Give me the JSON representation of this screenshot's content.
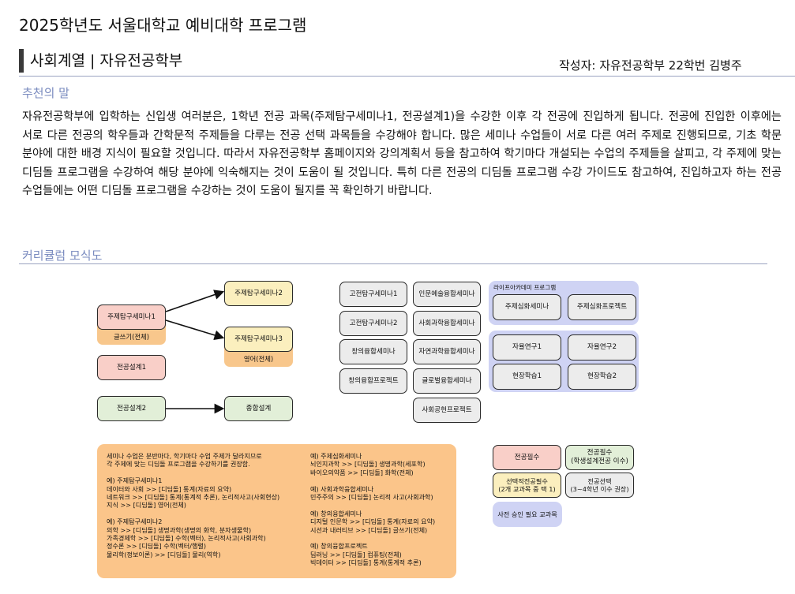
{
  "header": {
    "doc_title": "2025학년도 서울대학교 예비대학 프로그램",
    "section_title": "사회계열 | 자유전공학부",
    "author": "작성자: 자유전공학부 22학번 김병주"
  },
  "recommend": {
    "title": "추천의 말",
    "body": "자유전공학부에 입학하는 신입생 여러분은, 1학년 전공 과목(주제탐구세미나1, 전공설계1)을 수강한 이후 각 전공에 진입하게 됩니다. 전공에 진입한 이후에는 서로 다른 전공의 학우들과 간학문적 주제들을 다루는 전공 선택 과목들을 수강해야 합니다. 많은 세미나 수업들이 서로 다른 여러 주제로 진행되므로, 기초 학문 분야에 대한 배경 지식이 필요할 것입니다. 따라서 자유전공학부 홈페이지와 강의계획서 등을 참고하여 학기마다 개설되는 수업의 주제들을 살피고, 각 주제에 맞는 디딤돌 프로그램을 수강하여 해당 분야에 익숙해지는 것이 도움이 될 것입니다. 특히 다른 전공의 디딤돌 프로그램 수강 가이드도 참고하여, 진입하고자 하는 전공 수업들에는 어떤 디딤돌 프로그램을 수강하는 것이 도움이 될지를 꼭 확인하기 바랍니다."
  },
  "curriculum": {
    "title": "커리큘럼 모식도",
    "flow": {
      "seminar1": "주제탐구세미나1",
      "seminar1_tag": "글쓰기(전체)",
      "seminar2": "주제탐구세미나2",
      "seminar3": "주제탐구세미나3",
      "seminar3_tag": "영어(전체)",
      "design1": "전공설계1",
      "design2": "전공설계2",
      "integrated": "종합설계"
    },
    "electives_left": [
      "고전탐구세미나1",
      "고전탐구세미나2",
      "창의융합세미나",
      "창의융합프로젝트"
    ],
    "electives_right": [
      "인문예술융합세미나",
      "사회과학융합세미나",
      "자연과학융합세미나",
      "글로벌융합세미나",
      "사회공헌프로젝트"
    ],
    "life_academy": {
      "label": "라이프아카데미 프로그램",
      "items": [
        "주제심화세미나",
        "주제심화프로젝트"
      ]
    },
    "self_study": [
      "자율연구1",
      "자율연구2",
      "현장학습1",
      "현장학습2"
    ],
    "legend": {
      "required": "전공필수",
      "required_design": "전공필수\n(학생설계전공 이수)",
      "selective_required": "선택적전공필수\n(2개 교과목 중 택 1)",
      "elective": "전공선택\n(3~4학년 이수 권장)",
      "approval": "사전 승인 필요 교과목"
    },
    "notes": {
      "left": "세미나 수업은 분반마다, 학기마다 수업 주제가 달라지므로\n각 주제에 맞는 디딤돌 프로그램을 수강하기를 권장함.\n\n예) 주제탐구세미나1\n데이터와 사회 >> [디딤돌] 통계(자료의 요약)\n네트워크 >> [디딤돌] 통계(통계적 추론), 논리적사고(사회현상)\n지식 >> [디딤돌] 영어(전체)\n\n예) 주제탐구세미나2\n의학 >> [디딤돌] 생명과학(생명의 화학, 분자생물학)\n가족경제학 >> [디딤돌] 수학(벡터), 논리적사고(사회과학)\n정수론 >> [디딤돌] 수학(벡터/행렬)\n물리학(정보이론) >> [디딤돌] 물리(역학)",
      "right": "예) 주제심화세미나\n뇌인지과학 >> [디딤돌] 생명과학(세포학)\n바이오의약품 >> [디딤돌] 화학(전체)\n\n예) 사회과학융합세미나\n민주주의 >> [디딤돌] 논리적 사고(사회과학)\n\n예) 창의융합세미나\n디지털 인문학 >> [디딤돌] 통계(자료의 요약)\n시선과 내러티브 >> [디딤돌] 글쓰기(전체)\n\n예) 창의융합프로젝트\n딥러닝 >> [디딤돌] 컴퓨팅(전체)\n빅데이터 >> [디딤돌] 통계(통계적 추론)"
    }
  },
  "colors": {
    "required": "#f9cfc8",
    "required_design": "#e2efd8",
    "selective": "#fbefbe",
    "elective": "#ececec",
    "approval": "#cfd3f4",
    "tag": "#f8c78c",
    "note": "#fbc58a"
  }
}
